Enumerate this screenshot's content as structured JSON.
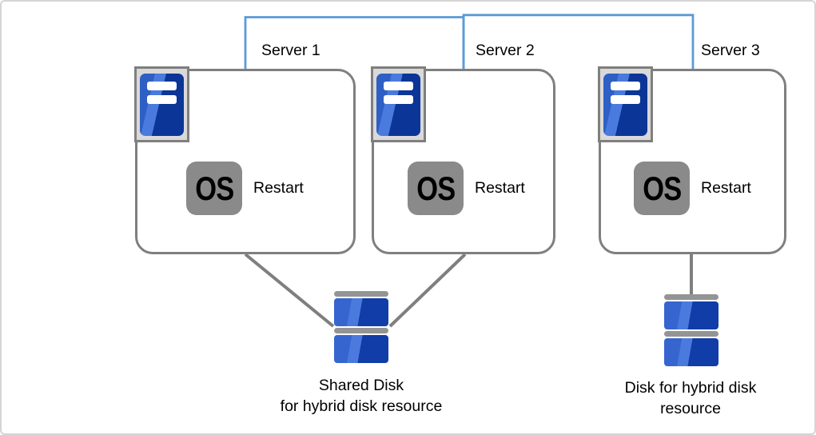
{
  "diagram": {
    "title": "cluster-architecture-diagram",
    "servers": [
      {
        "label": "Server 1",
        "os_badge": "OS",
        "action": "Restart",
        "icon": "server-tower-icon"
      },
      {
        "label": "Server 2",
        "os_badge": "OS",
        "action": "Restart",
        "icon": "server-tower-icon"
      },
      {
        "label": "Server 3",
        "os_badge": "OS",
        "action": "Restart",
        "icon": "server-tower-icon"
      }
    ],
    "shared_disk": {
      "icon": "disk-stack-icon",
      "label_line1": "Shared Disk",
      "label_line2": "for hybrid disk resource",
      "connected_servers": [
        "Server 1",
        "Server 2"
      ]
    },
    "hybrid_disk": {
      "icon": "disk-stack-icon",
      "label_line1": "Disk for hybrid disk",
      "label_line2": "resource",
      "connected_servers": [
        "Server 3"
      ]
    },
    "colors": {
      "network_line_blue": "#5b9bd5",
      "link_line_gray": "#7f7f7f",
      "server_box_border": "#7f7f7f",
      "icon_frame_fill": "#d9d9d9",
      "tower_blue_light": "#2e5fc4",
      "tower_blue_shine": "#4a7ade",
      "tower_blue_dark": "#0c3598",
      "os_badge_gray": "#8a8a8a",
      "disk_cap_gray": "#949494",
      "disk_blue_light": "#3765cf",
      "disk_blue_dark": "#103da8",
      "outer_border_gray": "#d4d4d4",
      "text_black": "#000000"
    }
  }
}
